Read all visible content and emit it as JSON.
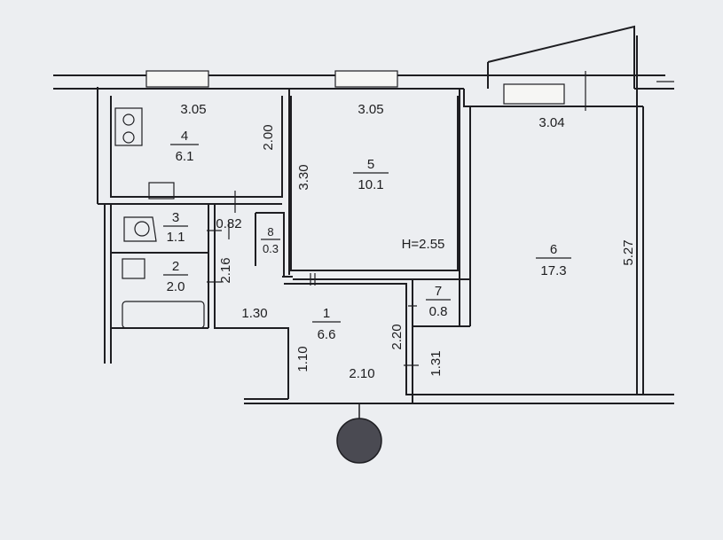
{
  "rooms": [
    {
      "id": "1",
      "area": "6.6"
    },
    {
      "id": "2",
      "area": "2.0"
    },
    {
      "id": "3",
      "area": "1.1"
    },
    {
      "id": "4",
      "area": "6.1"
    },
    {
      "id": "5",
      "area": "10.1"
    },
    {
      "id": "6",
      "area": "17.3"
    },
    {
      "id": "7",
      "area": "0.8"
    },
    {
      "id": "8",
      "area": "0.3"
    }
  ],
  "dimensions": {
    "kitchen_width": "3.05",
    "kitchen_depth": "2.00",
    "room5_width": "3.05",
    "room5_depth": "3.30",
    "room6_width": "3.04",
    "room6_depth": "5.27",
    "hall_width": "2.10",
    "hall_depth": "2.20",
    "hall_left": "1.30",
    "hall_entry": "1.10",
    "hall_right": "1.31",
    "bath_depth": "2.16",
    "wc_width": "0.82"
  },
  "ceiling_height": "H=2.55"
}
